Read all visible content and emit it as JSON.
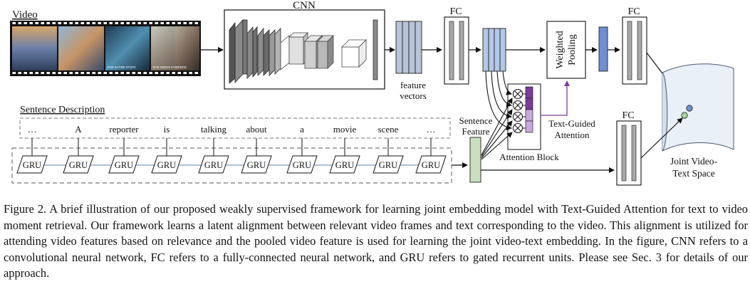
{
  "labels": {
    "video": "Video",
    "cnn": "CNN",
    "fc_top": "FC",
    "fc_right": "FC",
    "fc_bottom": "FC",
    "feature_vectors_line1": "feature",
    "feature_vectors_line2": "vectors",
    "weighted_pooling_line1": "Weighted",
    "weighted_pooling_line2": "Pooling",
    "sentence_description": "Sentence Description",
    "sentence_feature_line1": "Sentence",
    "sentence_feature_line2": "Feature",
    "text_guided_line1": "Text-Guided",
    "text_guided_line2": "Attention",
    "attention_block": "Attention Block",
    "joint_space_line1": "Joint Video-",
    "joint_space_line2": "Text Space",
    "film_caption_1": "THIS SATIRE STORY",
    "film_caption_2": "THIS NEEDS EVIDENCE"
  },
  "sentence_words": [
    "…",
    "A",
    "reporter",
    "is",
    "talking",
    "about",
    "a",
    "movie",
    "scene",
    "…"
  ],
  "gru_label": "GRU",
  "caption": "Figure 2. A brief illustration of our proposed weakly supervised framework for learning joint embedding model with Text-Guided Attention for text to video moment retrieval. Our framework learns a latent alignment between relevant video frames and text corresponding to the video. This alignment is utilized for attending video features based on relevance and the pooled video feature is used for learning the joint video-text embedding. In the figure, CNN refers to a convolutional neural network, FC refers to a fully-connected neural network, and GRU refers to gated recurrent units. Please see Sec. 3 for details of our approach.",
  "colors": {
    "feature_blue": "#b3c8e6",
    "pooled_blue": "#6f8fcf",
    "sentence_green": "#c8e0c0",
    "attention_purple": "#7a3b9a",
    "attention_light": "#c9a8de",
    "fc_bar_gray": "#a8a8a8"
  }
}
